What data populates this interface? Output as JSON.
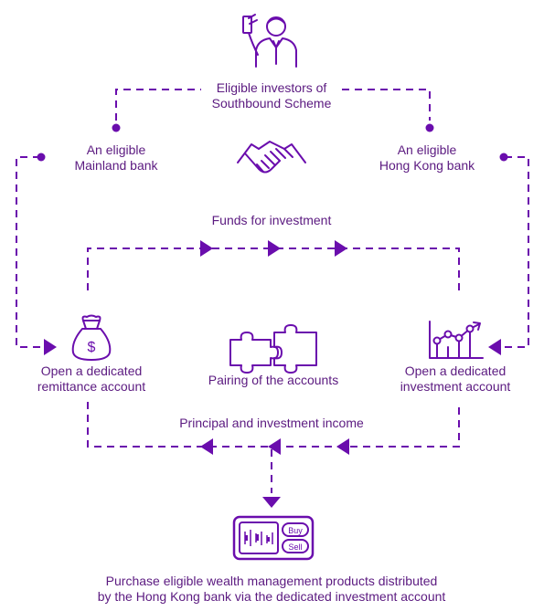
{
  "colors": {
    "primary": "#6a0dad",
    "text": "#5b1a80"
  },
  "investors": {
    "line1": "Eligible investors of",
    "line2": "Southbound Scheme",
    "icon": "investor-with-cash-icon"
  },
  "mainland_bank": {
    "line1": "An eligible",
    "line2": "Mainland bank"
  },
  "hk_bank": {
    "line1": "An eligible",
    "line2": "Hong Kong bank"
  },
  "handshake": {
    "icon": "handshake-icon"
  },
  "funds_flow": {
    "label": "Funds for investment"
  },
  "remittance_account": {
    "line1": "Open a dedicated",
    "line2": "remittance account",
    "icon": "money-bag-icon"
  },
  "pairing": {
    "label": "Pairing of the accounts",
    "icon": "puzzle-icon"
  },
  "investment_account": {
    "line1": "Open a dedicated",
    "line2": "investment account",
    "icon": "growth-chart-icon"
  },
  "income_flow": {
    "label": "Principal and investment income"
  },
  "trading_terminal": {
    "buy": "Buy",
    "sell": "Sell",
    "icon": "trading-terminal-icon"
  },
  "purchase": {
    "line1": "Purchase eligible wealth management products distributed",
    "line2": "by the Hong Kong bank via the dedicated investment account"
  }
}
